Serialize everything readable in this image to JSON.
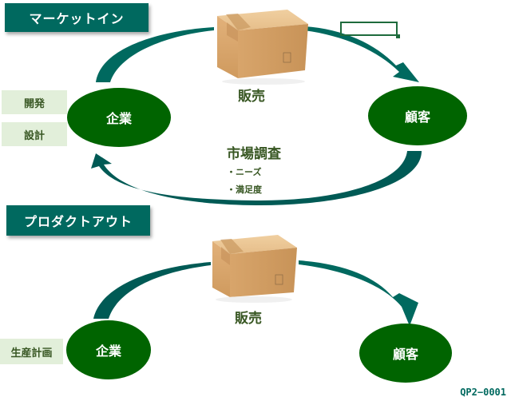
{
  "colors": {
    "header_bg": "#00695f",
    "arrow": "#00695f",
    "arrow_dark": "#005a55",
    "node_bg": "#006400",
    "tag_bg": "#e2efda",
    "label_text": "#385723",
    "box_main": "#d9a66a",
    "box_side": "#c4915a"
  },
  "market_in": {
    "title": "マーケットイン",
    "box_icon": "cardboard-box-icon",
    "sale_label": "販売",
    "company_node": "企業",
    "customer_node": "顧客",
    "company_tags": [
      "開発",
      "設計"
    ],
    "research": {
      "title": "市場調査",
      "bullets": [
        "・ニーズ",
        "・満足度"
      ]
    }
  },
  "product_out": {
    "title": "プロダクトアウト",
    "box_icon": "cardboard-box-icon",
    "sale_label": "販売",
    "company_node": "企業",
    "customer_node": "顧客",
    "company_tags": [
      "生産計画"
    ]
  },
  "footer_code": "QP2−0001"
}
